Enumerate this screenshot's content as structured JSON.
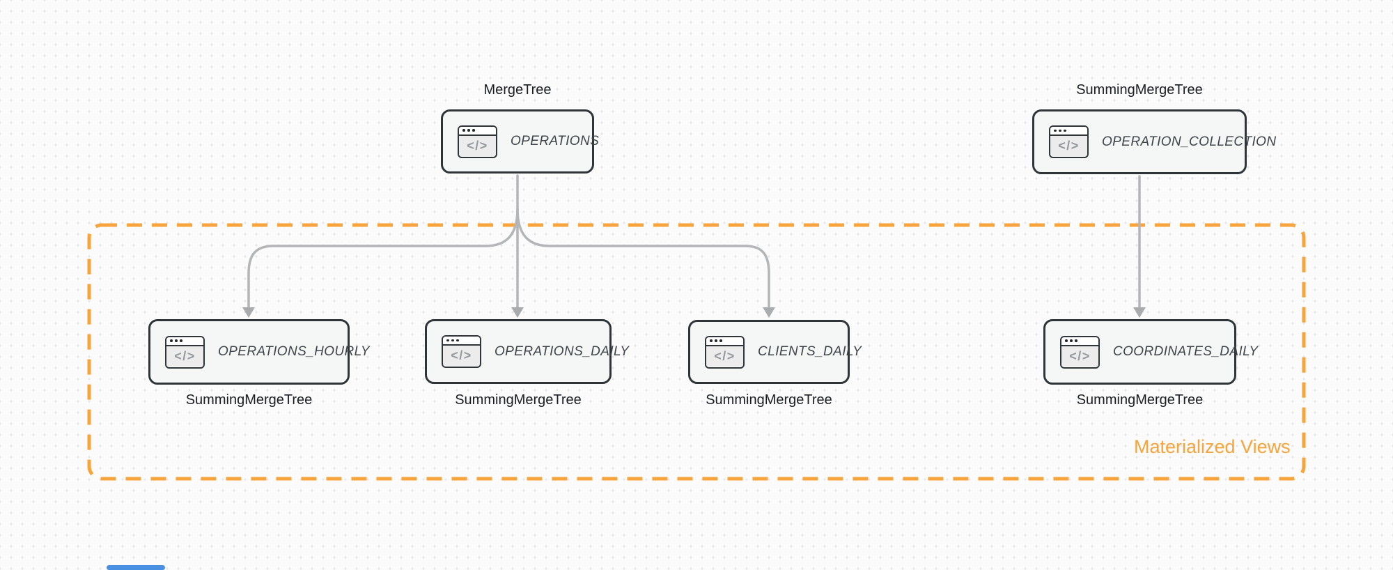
{
  "diagram": {
    "group": {
      "label": "Materialized Views",
      "accent_color": "#F7A43C"
    },
    "icon": {
      "name": "code-window-icon",
      "glyph": "</>"
    },
    "nodes": {
      "operations": {
        "table": "OPERATIONS",
        "engine": "MergeTree",
        "engine_caption_position": "above"
      },
      "operation_collection": {
        "table": "OPERATION_COLLECTION",
        "engine": "SummingMergeTree",
        "engine_caption_position": "above"
      },
      "operations_hourly": {
        "table": "OPERATIONS_HOURLY",
        "engine": "SummingMergeTree",
        "engine_caption_position": "below"
      },
      "operations_daily": {
        "table": "OPERATIONS_DAILY",
        "engine": "SummingMergeTree",
        "engine_caption_position": "below"
      },
      "clients_daily": {
        "table": "CLIENTS_DAILY",
        "engine": "SummingMergeTree",
        "engine_caption_position": "below"
      },
      "coordinates_daily": {
        "table": "COORDINATES_DAILY",
        "engine": "SummingMergeTree",
        "engine_caption_position": "below"
      }
    },
    "edges": [
      {
        "from": "OPERATIONS",
        "to": "OPERATIONS_HOURLY"
      },
      {
        "from": "OPERATIONS",
        "to": "OPERATIONS_DAILY"
      },
      {
        "from": "OPERATIONS",
        "to": "CLIENTS_DAILY"
      },
      {
        "from": "OPERATION_COLLECTION",
        "to": "COORDINATES_DAILY"
      }
    ],
    "colors": {
      "canvas_bg": "#fbfbfc",
      "dot_grid": "#e4e5e7",
      "node_fill": "#f5f6f6",
      "node_border": "#2f3438",
      "arrow": "#b4b5b6",
      "scrollbar_thumb": "#4a90e2"
    }
  }
}
